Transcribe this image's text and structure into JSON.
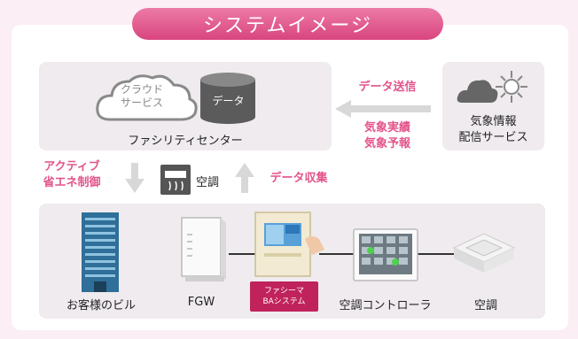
{
  "title": "システムイメージ",
  "facility": {
    "cloud_label_1": "クラウド",
    "cloud_label_2": "サービス",
    "data_label": "データ",
    "center_label": "ファシリティセンター"
  },
  "weather": {
    "label_1": "気象情報",
    "label_2": "配信サービス"
  },
  "data_send": "データ送信",
  "weather_actual": "気象実績",
  "weather_forecast": "気象予報",
  "active_1": "アクティブ",
  "active_2": "省エネ制御",
  "aircon_icon_label": "空調",
  "data_collect": "データ収集",
  "devices": {
    "building": "お客様のビル",
    "fgw": "FGW",
    "ba_badge_1": "ファシーマ",
    "ba_badge_2": "BAシステム",
    "controller": "空調コントローラ",
    "aircon": "空調"
  },
  "colors": {
    "accent": "#e2538a",
    "badge": "#c0235b",
    "panel": "#efebee"
  }
}
